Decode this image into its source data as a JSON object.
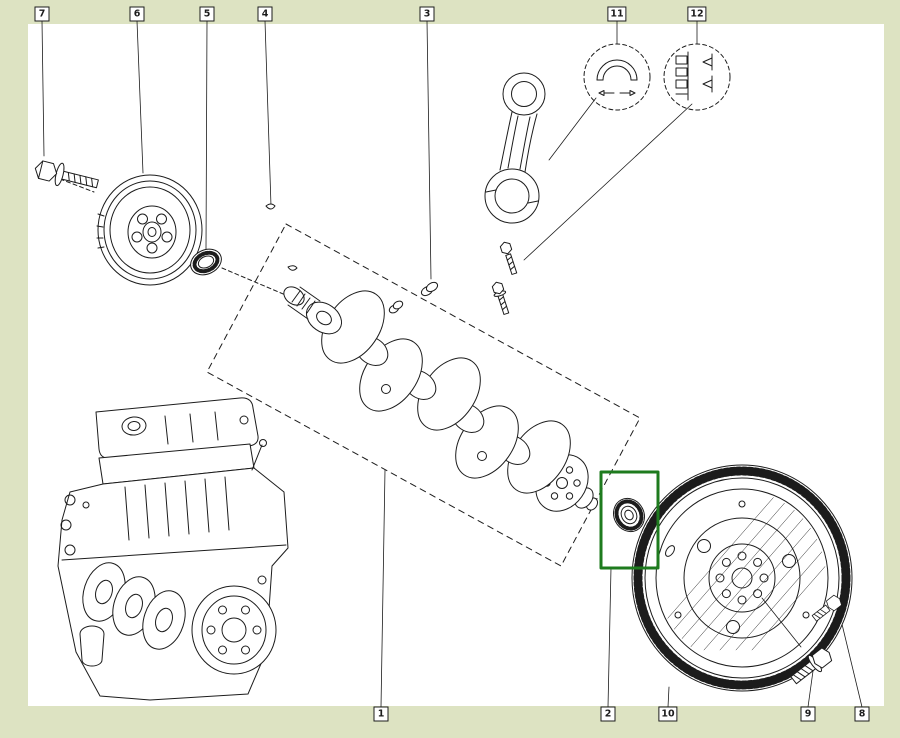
{
  "diagram": {
    "type": "exploded-parts-diagram",
    "subject": "engine crankshaft, pulley, connecting rod and flywheel assembly",
    "colors": {
      "background": "#dde3c2",
      "canvas": "#ffffff",
      "line": "#1c1c1c",
      "highlight": "#1e7b1e"
    },
    "callouts": {
      "top": [
        {
          "label": "7"
        },
        {
          "label": "6"
        },
        {
          "label": "5"
        },
        {
          "label": "4"
        },
        {
          "label": "3"
        },
        {
          "label": "11"
        },
        {
          "label": "12"
        }
      ],
      "bottom": [
        {
          "label": "1"
        },
        {
          "label": "2"
        },
        {
          "label": "10"
        },
        {
          "label": "9"
        },
        {
          "label": "8"
        }
      ]
    },
    "highlighted_callout": "2"
  }
}
